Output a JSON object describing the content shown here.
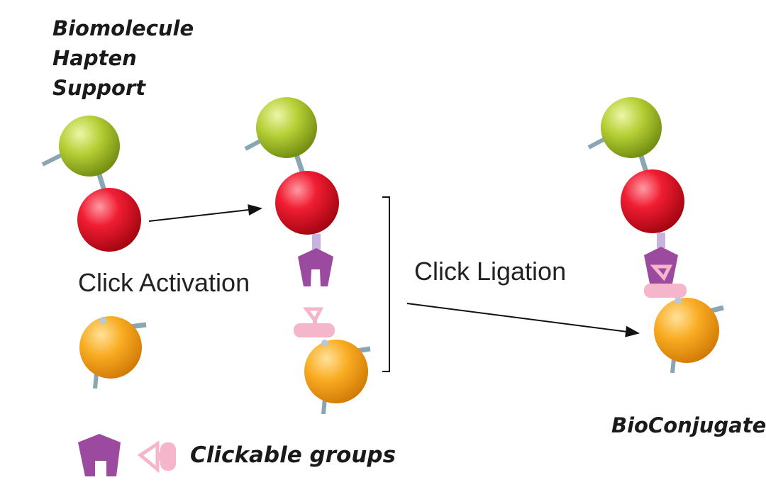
{
  "legend": {
    "items": [
      "Biomolecule",
      "Hapten",
      "Support"
    ]
  },
  "steps": {
    "activation": "Click Activation",
    "ligation": "Click Ligation"
  },
  "product": "BioConjugate",
  "key": {
    "label": "Clickable groups"
  },
  "colors": {
    "green": "#a6c12a",
    "red": "#e3132a",
    "orange": "#f7a51c",
    "purple": "#9b4a9f",
    "pink": "#f5b5cb",
    "stick": "#8aa6b4",
    "arrow": "#111111"
  }
}
